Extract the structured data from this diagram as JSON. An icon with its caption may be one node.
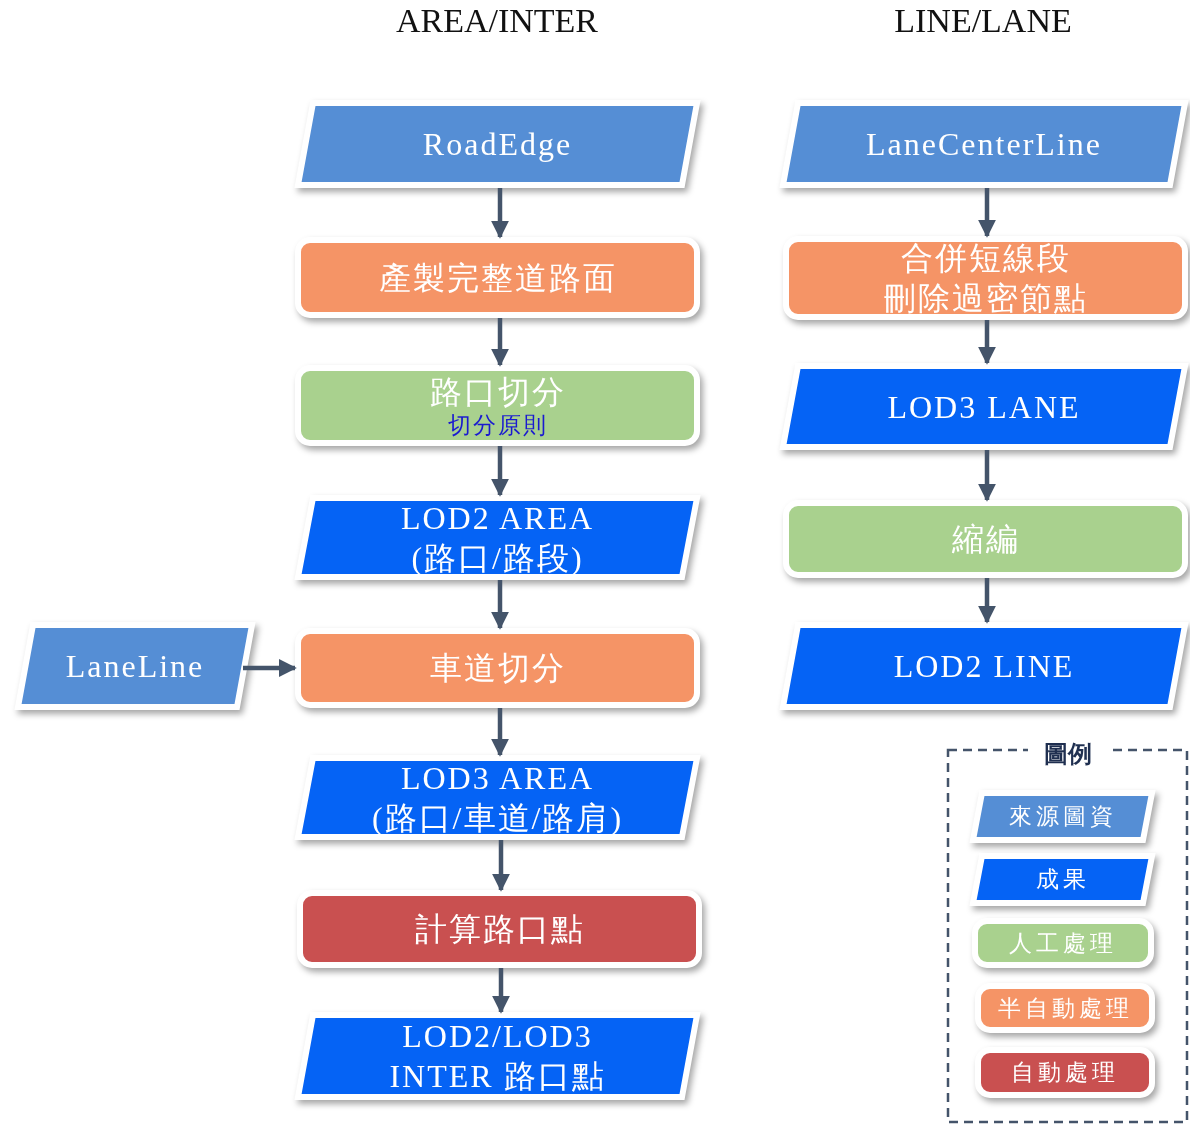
{
  "diagram": {
    "nodes": [
      {
        "text": [
          "RoadEdge"
        ]
      },
      {
        "text": [
          "產製完整道路面"
        ]
      },
      {
        "text": [
          "路口切分",
          "切分原則"
        ]
      },
      {
        "text": [
          "LOD2 AREA (路口/路段)"
        ]
      },
      {
        "text": [
          "LaneLine"
        ]
      },
      {
        "text": [
          "車道切分"
        ]
      },
      {
        "text": [
          "LOD3 AREA (路口/車道/路肩)"
        ]
      },
      {
        "text": [
          "計算路口點"
        ]
      },
      {
        "text": [
          "LOD2/LOD3 INTER 路口點"
        ]
      },
      {
        "text": [
          "LaneCenterLine"
        ]
      },
      {
        "text": [
          "合併短線段",
          "刪除過密節點"
        ]
      },
      {
        "text": [
          "LOD3 LANE"
        ]
      },
      {
        "text": [
          "縮編"
        ]
      },
      {
        "text": [
          "LOD2 LINE"
        ]
      }
    ],
    "edges": [
      {
        "from": 0,
        "to": 1,
        "arrow": "to"
      },
      {
        "from": 1,
        "to": 2,
        "arrow": "to"
      },
      {
        "from": 2,
        "to": 3,
        "arrow": "to"
      },
      {
        "from": 3,
        "to": 5,
        "arrow": "to"
      },
      {
        "from": 4,
        "to": 5,
        "arrow": "to"
      },
      {
        "from": 5,
        "to": 6,
        "arrow": "to"
      },
      {
        "from": 6,
        "to": 7,
        "arrow": "to"
      },
      {
        "from": 7,
        "to": 8,
        "arrow": "to"
      },
      {
        "from": 9,
        "to": 10,
        "arrow": "to"
      },
      {
        "from": 10,
        "to": 11,
        "arrow": "to"
      },
      {
        "from": 11,
        "to": 12,
        "arrow": "to"
      },
      {
        "from": 12,
        "to": 13,
        "arrow": "to"
      }
    ],
    "labels": [
      "AREA/INTER",
      "LINE/LANE",
      "圖例"
    ],
    "legend": [
      {
        "text": "來源圖資",
        "color": "#558ed5"
      },
      {
        "text": "成果",
        "color": "#0563f5"
      },
      {
        "text": "人工處理",
        "color": "#a9d18e"
      },
      {
        "text": "半自動處理",
        "color": "#f59466"
      },
      {
        "text": "自動處理",
        "color": "#c95050"
      }
    ]
  }
}
